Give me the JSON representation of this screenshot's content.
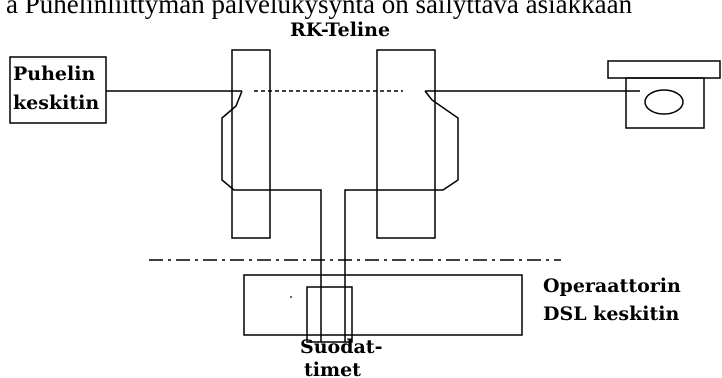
{
  "caption": "a Puhelinliittymän palvelukysyntä on säilyttävä asiakkaan",
  "rack_label": "RK-Teline",
  "exchange_label": {
    "line1": "Puhelin",
    "line2": "keskitin"
  },
  "dsl_label": {
    "line1": "Operaattorin",
    "line2": "DSL keskitin"
  },
  "filter_label": {
    "line1": "Suodat-",
    "line2": "timet"
  },
  "colors": {
    "stroke": "#000000",
    "text": "#000000",
    "background": "#ffffff"
  }
}
